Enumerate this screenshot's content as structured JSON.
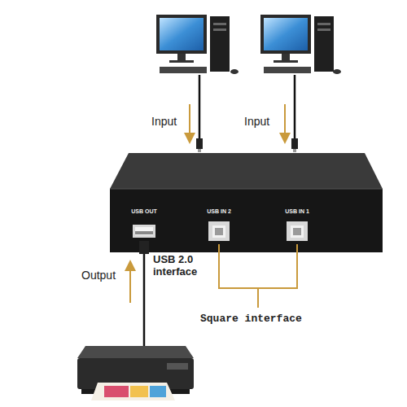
{
  "diagram": {
    "nodes": [
      {
        "text": [
          "USB OUT",
          "USB IN 2",
          "USB IN 1"
        ]
      }
    ],
    "labels": [
      "Input",
      "Input",
      "Output",
      "USB 2.0 interface",
      "Square interface"
    ]
  }
}
